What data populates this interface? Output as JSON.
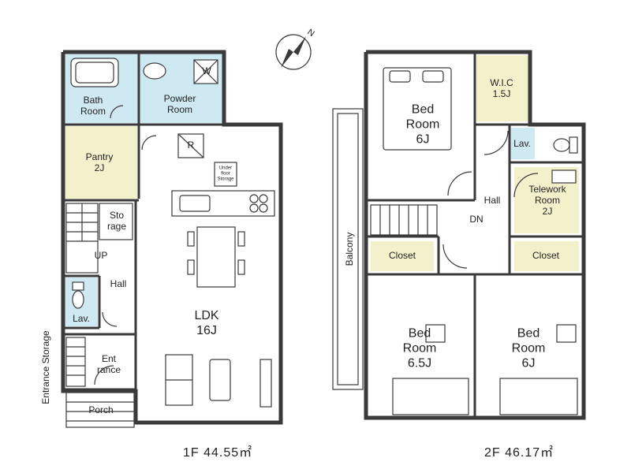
{
  "colors": {
    "bath": "#cfe9f2",
    "storage": "#f3f1cc",
    "wall": "#3a3a3a"
  },
  "compass": {
    "label": "N"
  },
  "floor1": {
    "area": "1F 44.55㎡",
    "rooms": {
      "bath": "Bath\nRoom",
      "powder": "Powder\nRoom",
      "w": "W",
      "r": "R",
      "pantry": "Pantry\n2J",
      "under_floor": "Under\nfloor\nStorage",
      "storage": "Sto\nrage",
      "up": "UP",
      "hall": "Hall",
      "lav": "Lav.",
      "ldk": "LDK\n16J",
      "entrance": "Ent\nrance",
      "porch": "Porch",
      "entrance_storage": "Entrance Storage"
    }
  },
  "floor2": {
    "area": "2F 46.17㎡",
    "rooms": {
      "bed_top": "Bed\nRoom\n6J",
      "wic": "W.I.C\n1.5J",
      "lav": "Lav.",
      "telework": "Telework\nRoom\n2J",
      "hall": "Hall",
      "dn": "DN",
      "balcony": "Balcony",
      "closet_left": "Closet",
      "closet_right": "Closet",
      "bed_left": "Bed\nRoom\n6.5J",
      "bed_right": "Bed\nRoom\n6J"
    }
  }
}
